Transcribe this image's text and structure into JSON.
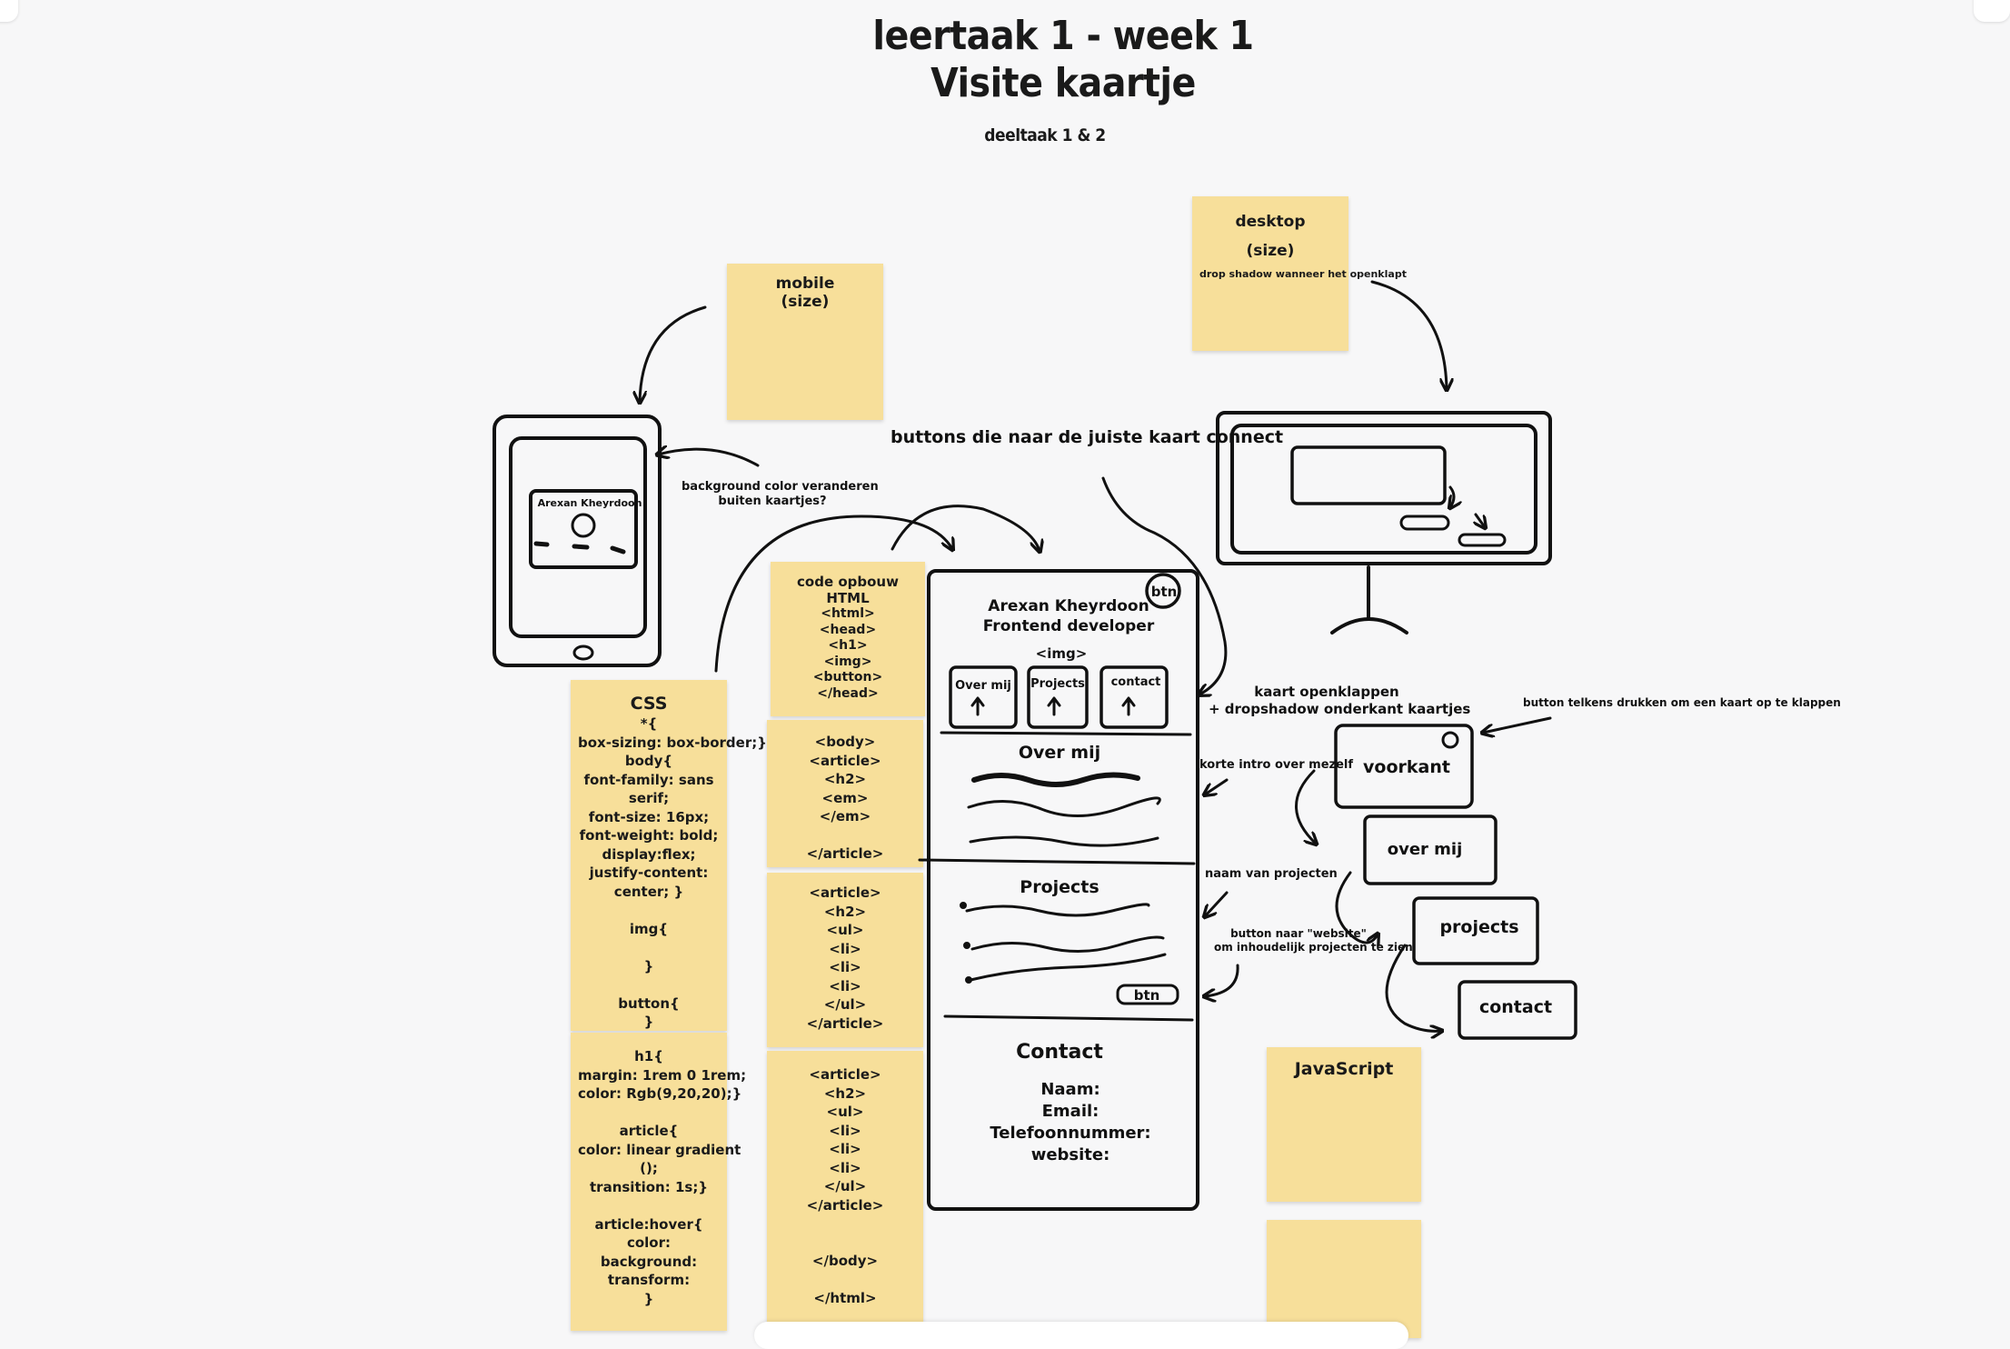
{
  "title": {
    "line1": "leertaak 1 - week 1",
    "line2": "Visite kaartje",
    "subtitle": "deeltaak 1 & 2"
  },
  "stickies": {
    "mobile": [
      "mobile",
      "(size)"
    ],
    "desktop": [
      "desktop",
      "(size)",
      "drop shadow wanneer het openklapt"
    ],
    "css1": [
      "CSS",
      "*{",
      "box-sizing: box-border;}",
      "body{",
      "font-family: sans",
      "serif;",
      "font-size: 16px;",
      "font-weight: bold;",
      "display:flex;",
      "justify-content:",
      "center; }",
      "",
      "img{",
      "",
      "}",
      "",
      "button{",
      "}"
    ],
    "css2": [
      "h1{",
      "margin: 1rem 0 1rem;",
      "color: Rgb(9,20,20);}",
      "",
      "article{",
      "color: linear gradient",
      "();",
      "transition: 1s;}",
      "",
      "article:hover{",
      "color:",
      "background:",
      "transform:",
      "}"
    ],
    "html1": [
      "code opbouw",
      "HTML",
      "<html>",
      "<head>",
      "<h1>",
      "<img>",
      "<button>",
      "</head>"
    ],
    "html2": [
      "<body>",
      "<article>",
      "<h2>",
      "<em>",
      "</em>",
      "",
      "</article>"
    ],
    "html3": [
      "<article>",
      "<h2>",
      "<ul>",
      "<li>",
      "<li>",
      "<li>",
      "</ul>",
      "</article>"
    ],
    "html4": [
      "<article>",
      "<h2>",
      "<ul>",
      "<li>",
      "<li>",
      "<li>",
      "</ul>",
      "</article>",
      "",
      "",
      "</body>",
      "",
      "</html>"
    ],
    "javascript": [
      "JavaScript"
    ],
    "empty": [
      ""
    ]
  },
  "notes": {
    "buttons_connect": "buttons die naar de juiste kaart connect",
    "bg_color": "background color veranderen\nbuiten kaartjes?",
    "kaart_openklappen": "kaart openklappen\n+ dropshadow onderkant kaartjes",
    "button_telkens": "button telkens drukken om een kaart op te klappen",
    "korte_intro": "korte intro over mezelf",
    "naam_projecten": "naam van projecten",
    "button_website": "button naar \"website\"\nom inhoudelijk projecten te zien"
  },
  "sketch": {
    "phone_name": "Arexan Kheyrdoon",
    "card_name": "Arexan Kheyrdoon",
    "card_role": "Frontend developer",
    "card_img": "<img>",
    "btn": "btn",
    "nav_buttons": [
      "Over mij",
      "Projects",
      "contact"
    ],
    "over_mij": "Over mij",
    "projects": "Projects",
    "contact": "Contact",
    "contact_fields": [
      "Naam:",
      "Email:",
      "Telefoonnummer:",
      "website:"
    ],
    "flow": [
      "voorkant",
      "over mij",
      "projects",
      "contact"
    ]
  }
}
